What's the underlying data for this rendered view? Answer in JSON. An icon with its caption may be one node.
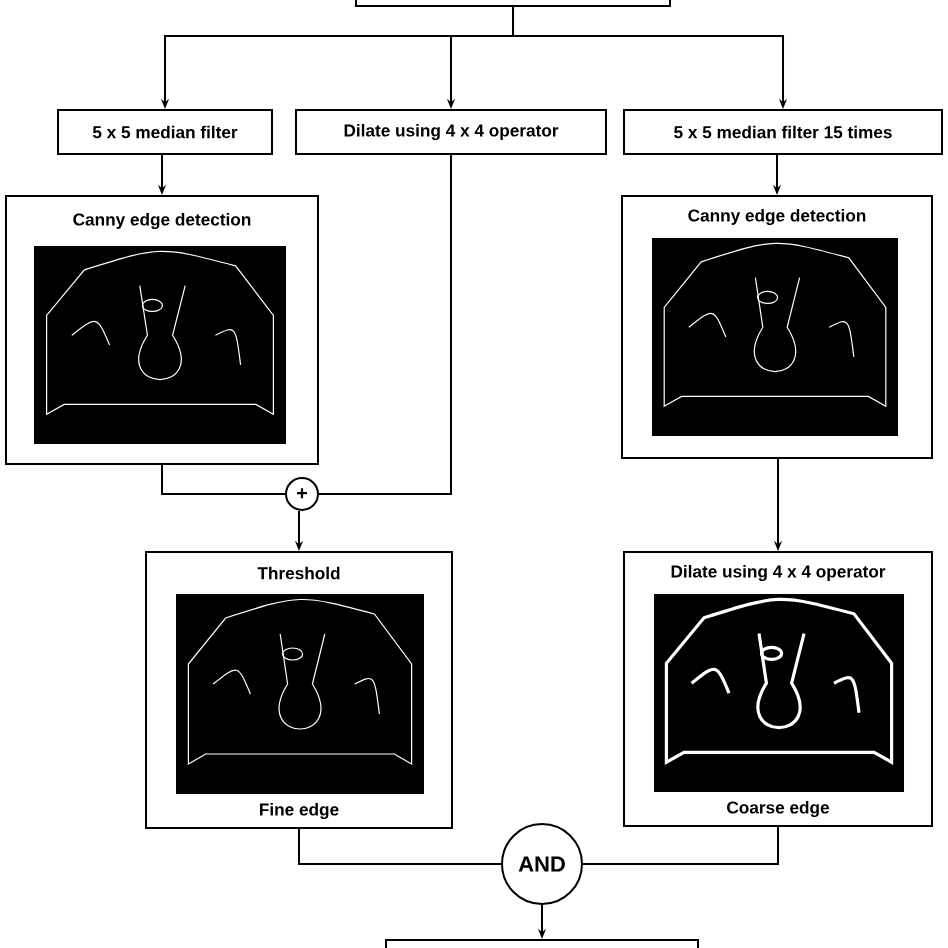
{
  "diagram": {
    "nodes": [
      {
        "text": [],
        "shape": "box"
      },
      {
        "text": [
          "5 x 5 median filter"
        ]
      },
      {
        "text": [
          "Dilate using 4 x 4 operator"
        ]
      },
      {
        "text": [
          "5 x 5 median filter 15 times"
        ]
      },
      {
        "text": [
          "Canny edge detection"
        ]
      },
      {
        "text": [
          "Canny edge detection"
        ]
      },
      {
        "text": [
          "+"
        ]
      },
      {
        "text": [
          "Threshold",
          "Fine edge"
        ]
      },
      {
        "text": [
          "Dilate using 4 x 4 operator",
          "Coarse edge"
        ]
      },
      {
        "text": [
          "AND"
        ]
      },
      {
        "text": [],
        "shape": "box"
      }
    ],
    "edges": [
      {
        "from": 0,
        "to": 1,
        "arrow": "to"
      },
      {
        "from": 0,
        "to": 2,
        "arrow": "to"
      },
      {
        "from": 0,
        "to": 3,
        "arrow": "to"
      },
      {
        "from": 1,
        "to": 4,
        "arrow": "to"
      },
      {
        "from": 3,
        "to": 5,
        "arrow": "to"
      },
      {
        "from": 4,
        "to": 6,
        "arrow": "none"
      },
      {
        "from": 2,
        "to": 6,
        "arrow": "none"
      },
      {
        "from": 6,
        "to": 7,
        "arrow": "to"
      },
      {
        "from": 5,
        "to": 8,
        "arrow": "to"
      },
      {
        "from": 7,
        "to": 9,
        "arrow": "none"
      },
      {
        "from": 8,
        "to": 9,
        "arrow": "none"
      },
      {
        "from": 9,
        "to": 10,
        "arrow": "to"
      }
    ]
  }
}
